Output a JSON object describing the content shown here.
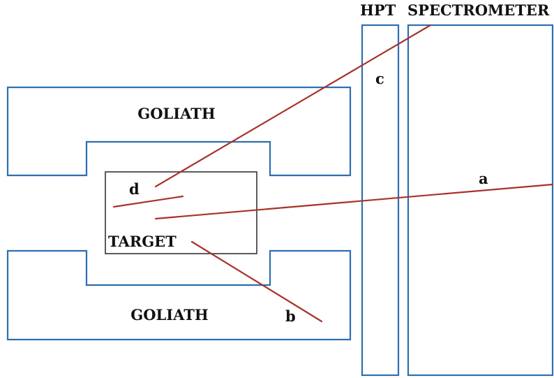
{
  "labels": {
    "hpt": "HPT",
    "spectrometer": "SPECTROMETER",
    "goliath_top": "GOLIATH",
    "goliath_bottom": "GOLIATH",
    "target": "TARGET"
  },
  "tracks": {
    "a": "a",
    "b": "b",
    "c": "c",
    "d": "d"
  },
  "colors": {
    "detector_outline": "#2e6fb0",
    "target_outline": "#4a4a4a",
    "track_line": "#a8322a",
    "text": "#111111"
  }
}
